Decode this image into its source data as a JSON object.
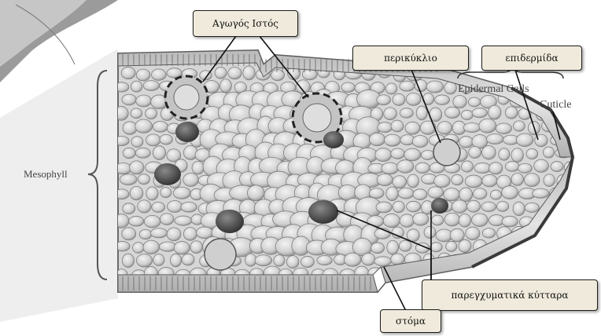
{
  "labels": {
    "conductive_tissue": "Αγωγός Ιστός",
    "pericycle": "περικύκλιο",
    "epidermis": "επιδερμίδα",
    "epidermal_cells": "Epidermal Cells",
    "cuticle": "Cuticle",
    "mesophyll": "Mesophyll",
    "parenchyma_cells": "παρεγχυματικά κύτταρα",
    "stoma": "στόμα"
  },
  "colors": {
    "callout_fill": "#efeadb",
    "callout_border": "#1c1c1c",
    "tissue_fill": "#d9d9d9",
    "epidermis_fill": "#c9c9c9",
    "dark_cell": "#555555"
  }
}
